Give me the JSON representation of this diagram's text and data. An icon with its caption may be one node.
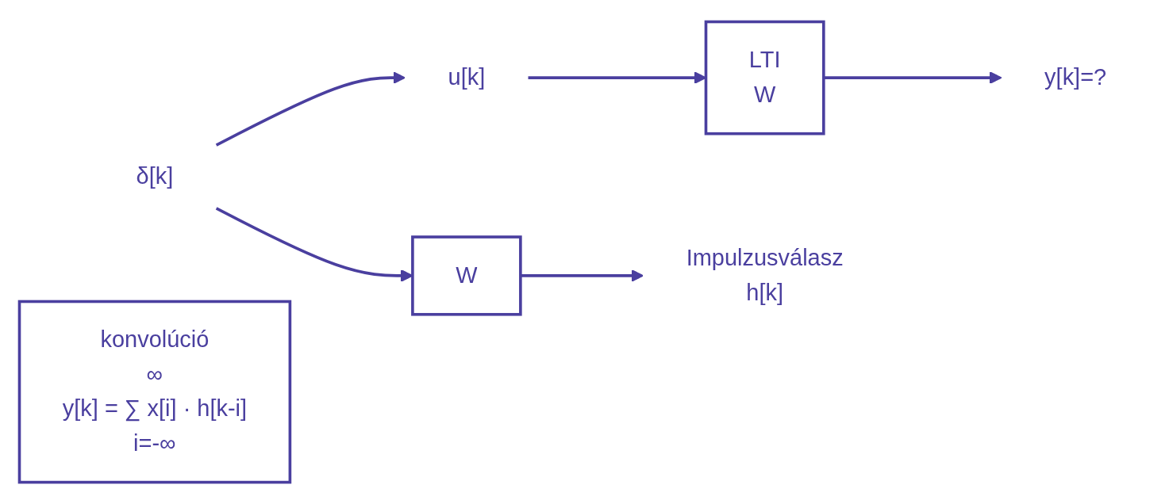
{
  "diagram": {
    "nodes": [
      {
        "text": [
          "u[k]"
        ]
      },
      {
        "text": [
          "LTI",
          "W"
        ]
      },
      {
        "text": [
          "y[k]=?"
        ]
      },
      {
        "text": [
          "δ[k]"
        ]
      },
      {
        "text": [
          "W"
        ]
      },
      {
        "text": [
          "h[k]"
        ],
        "beside": [
          "Impulzusválasz"
        ]
      },
      {
        "text": [
          "konvolúció",
          "∞",
          "y[k] = ∑ x[i] · h[k-i]",
          "i=-∞"
        ]
      }
    ],
    "edges": [
      {
        "from": 0,
        "to": 1,
        "arrow": "to"
      },
      {
        "from": 1,
        "to": 2,
        "arrow": "to"
      },
      {
        "from": 3,
        "to": 0,
        "arrow": "to"
      },
      {
        "from": 3,
        "to": 4,
        "arrow": "to"
      },
      {
        "from": 4,
        "to": 5,
        "arrow": "to"
      }
    ]
  }
}
